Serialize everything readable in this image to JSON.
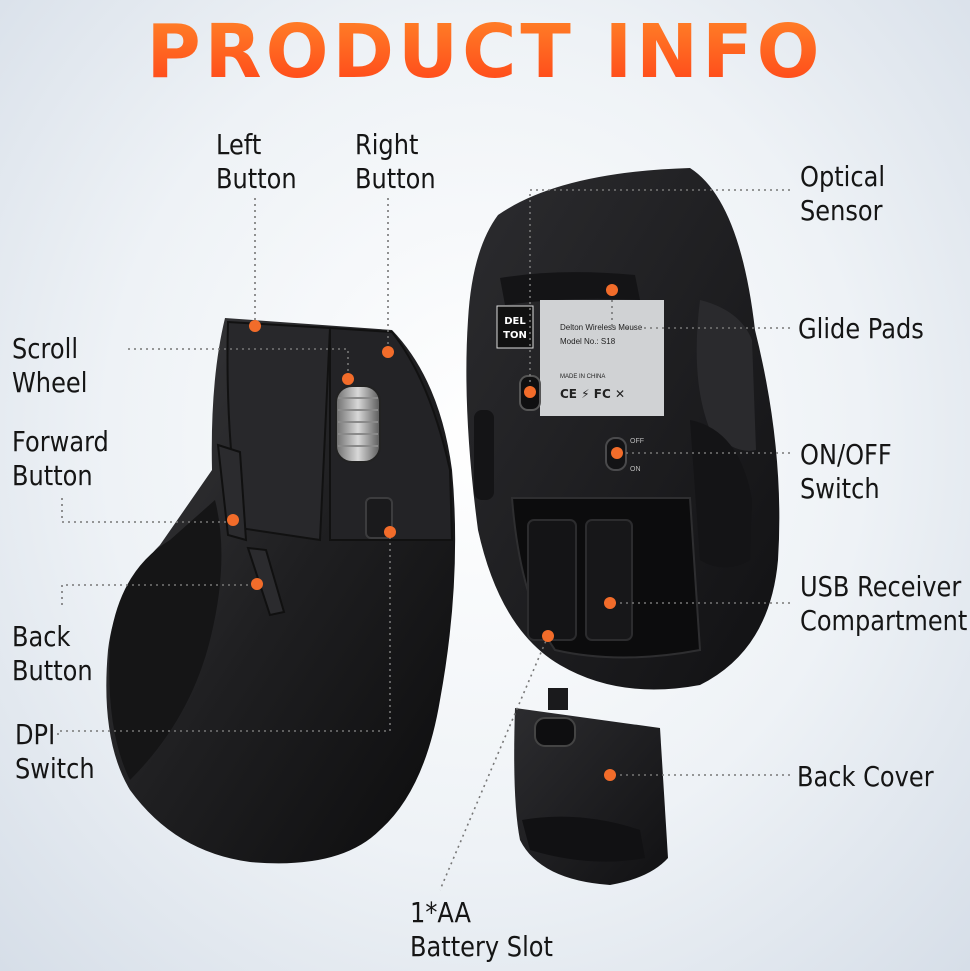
{
  "title": "PRODUCT INFO",
  "labels": {
    "left_button": [
      "Left",
      "Button"
    ],
    "right_button": [
      "Right",
      "Button"
    ],
    "scroll_wheel": [
      "Scroll",
      "Wheel"
    ],
    "forward_button": [
      "Forward",
      "Button"
    ],
    "back_button": [
      "Back",
      "Button"
    ],
    "dpi_switch": [
      "DPI",
      "Switch"
    ],
    "optical_sensor": [
      "Optical",
      "Sensor"
    ],
    "glide_pads": [
      "Glide Pads"
    ],
    "on_off_switch": [
      "ON/OFF",
      "Switch"
    ],
    "usb_receiver": [
      "USB Receiver",
      "Compartment"
    ],
    "back_cover": [
      "Back Cover"
    ],
    "battery_slot": [
      "1*AA",
      "Battery Slot"
    ]
  },
  "sticker": {
    "logo_top": "DEL",
    "logo_bottom": "TON",
    "product": "Delton Wireless Mouse",
    "model": "Model No.: S18",
    "origin": "MADE IN CHINA",
    "marks": "CE  ⚡  FC  ✕"
  },
  "switch": {
    "off": "OFF",
    "on": "ON"
  },
  "colors": {
    "accent": "#ff5a1f",
    "mouse_body": "#1e1e20",
    "leader": "#777777"
  }
}
